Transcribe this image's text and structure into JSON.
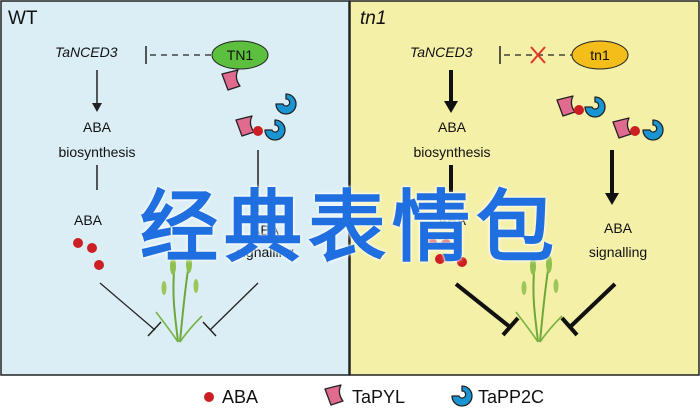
{
  "colors": {
    "wt_bg": "#dbeef6",
    "tn1_bg": "#f4f0a8",
    "tn1_oval_wt": "#5cbf3e",
    "tn1_oval_mut": "#f3bd1a",
    "pyl": "#e16a8f",
    "pp2c": "#1a95d3",
    "aba_dot": "#cc1f24",
    "cross": "#e4352c",
    "watermark": "#1f6fe0"
  },
  "panels": {
    "left": {
      "title": "WT",
      "gene": "TaNCED3",
      "protein": "TN1",
      "biosynthesis_line1": "ABA",
      "biosynthesis_line2": "biosynthesis",
      "aba_pool": "ABA",
      "signalling_line1": "ABA",
      "signalling_line2": "signalling"
    },
    "right": {
      "title": "tn1",
      "gene": "TaNCED3",
      "protein": "tn1",
      "biosynthesis_line1": "ABA",
      "biosynthesis_line2": "biosynthesis",
      "aba_pool": "ABA",
      "signalling_line1": "ABA",
      "signalling_line2": "signalling"
    }
  },
  "legend": {
    "aba": "ABA",
    "pyl": "TaPYL",
    "pp2c": "TaPP2C"
  },
  "overlay_text": "经典表情包"
}
